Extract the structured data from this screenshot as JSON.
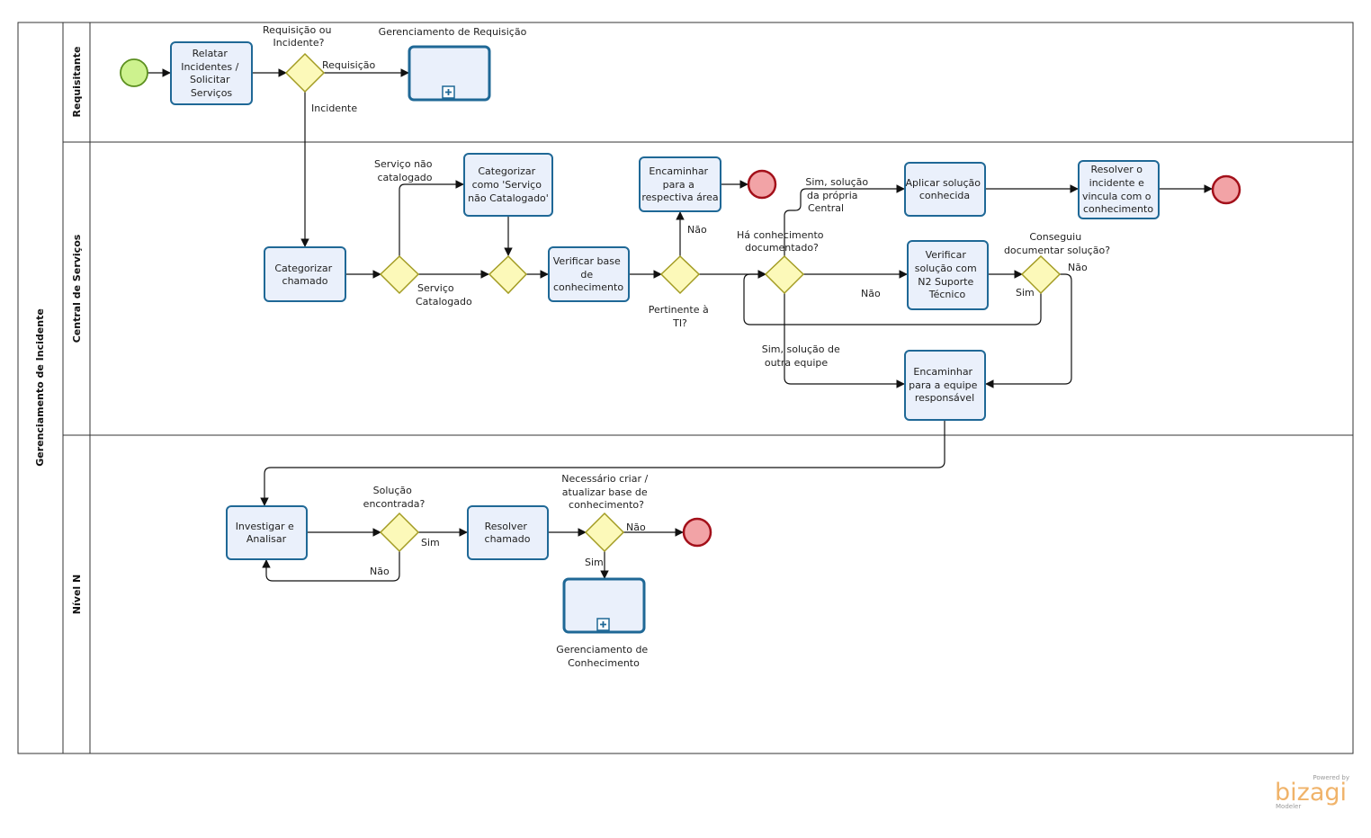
{
  "pool": {
    "title": "Gerenciamento de Incidente"
  },
  "lanes": [
    {
      "id": "requisitante",
      "title": "Requisitante"
    },
    {
      "id": "central",
      "title": "Central de Serviços"
    },
    {
      "id": "niveln",
      "title": "Nível N"
    }
  ],
  "tasks": {
    "relatar": [
      "Relatar",
      "Incidentes /",
      "Solicitar",
      "Serviços"
    ],
    "categorizar_chamado": [
      "Categorizar",
      "chamado"
    ],
    "categorizar_nao_catalogado": [
      "Categorizar",
      "como 'Serviço",
      "não Catalogado'"
    ],
    "verificar_base": [
      "Verificar base",
      "de",
      "conhecimento"
    ],
    "encaminhar_area": [
      "Encaminhar",
      "para a",
      "respectiva área"
    ],
    "aplicar_solucao": [
      "Aplicar solução",
      "conhecida"
    ],
    "resolver_vincula": [
      "Resolver o",
      "incidente e",
      "vincula com o",
      "conhecimento"
    ],
    "verificar_n2": [
      "Verificar",
      "solução com",
      "N2 Suporte",
      "Técnico"
    ],
    "encaminhar_equipe": [
      "Encaminhar",
      "para a equipe",
      "responsável"
    ],
    "investigar": [
      "Investigar e",
      "Analisar"
    ],
    "resolver_chamado": [
      "Resolver",
      "chamado"
    ]
  },
  "subprocesses": {
    "requisicao": [
      "Gerenciamento de Requisição"
    ],
    "conhecimento": [
      "Gerenciamento de",
      "Conhecimento"
    ]
  },
  "gateways": {
    "req_ou_inc": [
      "Requisição ou",
      "Incidente?"
    ],
    "ha_conhecimento": [
      "Há conhecimento",
      "documentado?"
    ],
    "conseguiu": [
      "Conseguiu",
      "documentar solução?"
    ],
    "solucao_encontrada": [
      "Solução",
      "encontrada?"
    ],
    "necessario_criar": [
      "Necessário criar /",
      "atualizar base de",
      "conhecimento?"
    ],
    "pertinente": [
      "Pertinente à",
      "TI?"
    ]
  },
  "flow_labels": {
    "requisicao": [
      "Requisição"
    ],
    "incidente": [
      "Incidente"
    ],
    "servico_nao_catalogado": [
      "Serviço não",
      "catalogado"
    ],
    "servico_catalogado": [
      "Serviço",
      "Catalogado"
    ],
    "nao_pertinente": [
      "Não"
    ],
    "sim_propria_central": [
      "Sim, solução",
      "da própria",
      "Central"
    ],
    "nao_conhecimento": [
      "Não"
    ],
    "sim_outra_equipe": [
      "Sim, solução de",
      "outra equipe"
    ],
    "conseguiu_sim": [
      "Sim"
    ],
    "conseguiu_nao": [
      "Não"
    ],
    "encontrada_sim": [
      "Sim"
    ],
    "encontrada_nao": [
      "Não"
    ],
    "necessario_sim": [
      "Sim"
    ],
    "necessario_nao": [
      "Não"
    ]
  },
  "branding": {
    "powered_by": "Powered by",
    "name": "bizagi",
    "product": "Modeler"
  },
  "colors": {
    "task_fill": "#eaf0fb",
    "task_stroke": "#1f6896",
    "gateway_fill": "#fcf9b9",
    "gateway_stroke": "#a39c23",
    "start_fill": "#cdf28e",
    "start_stroke": "#5b8f1e",
    "end_fill": "#f2a3a6",
    "end_stroke": "#a3101a",
    "brand": "#f0b36a"
  }
}
